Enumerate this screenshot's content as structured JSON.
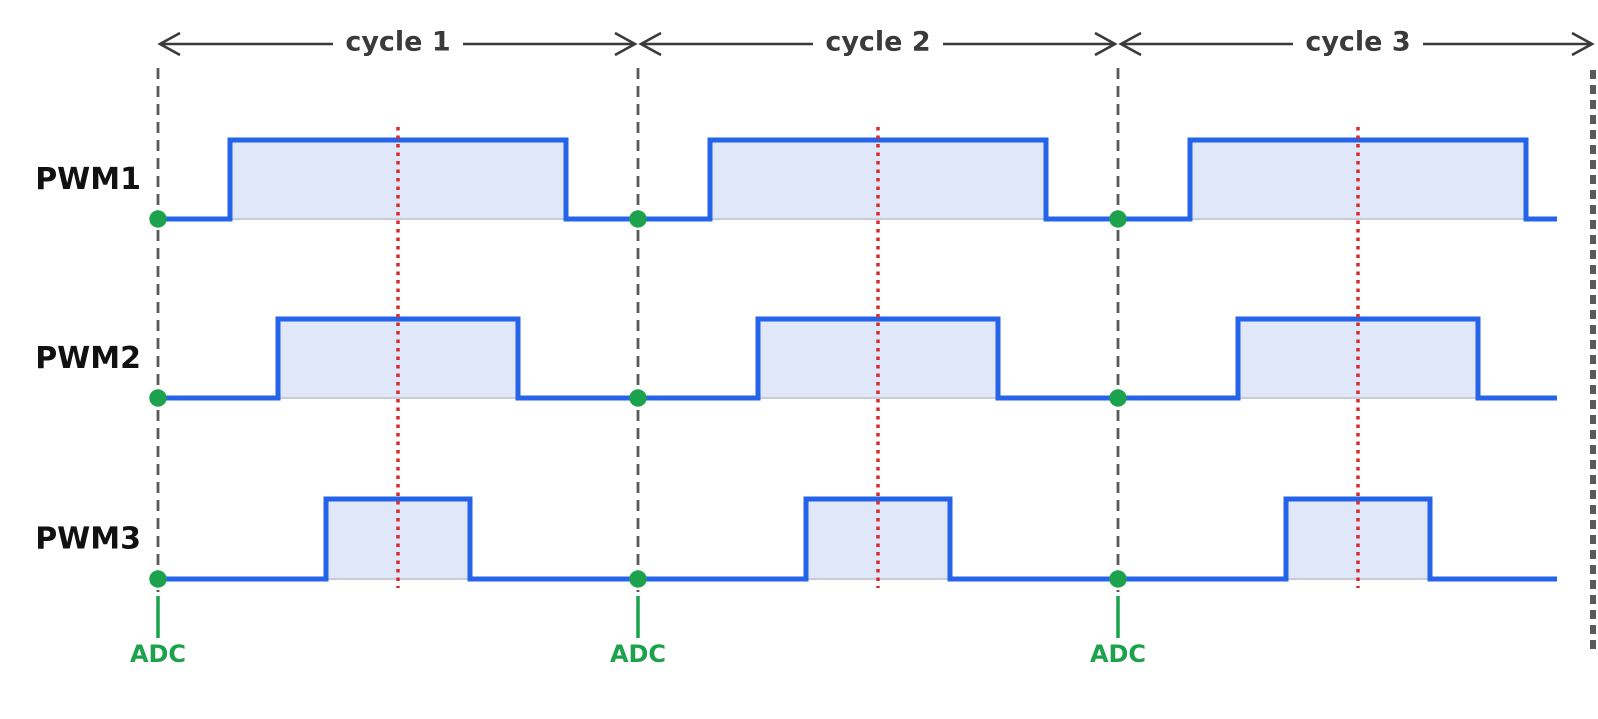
{
  "diagram": {
    "type": "pwm-timing-diagram",
    "description": "Center-aligned PWM waveforms for three signals over three cycles; ADC sampling marked at each cycle start",
    "cycles": [
      {
        "label": "cycle 1"
      },
      {
        "label": "cycle 2"
      },
      {
        "label": "cycle 3"
      }
    ],
    "signals": [
      {
        "name": "PWM1",
        "duty_percent": 70
      },
      {
        "name": "PWM2",
        "duty_percent": 50
      },
      {
        "name": "PWM3",
        "duty_percent": 30
      }
    ],
    "adc": {
      "label": "ADC",
      "samples_at": "cycle start"
    },
    "pwm_alignment": "center",
    "colors": {
      "waveform_blue": "#2563eb",
      "pulse_fill": "#dfe7f9",
      "baseline_gray": "#c7ccd6",
      "boundary_dash_gray": "#5a5a5a",
      "cycle_arrow_gray": "#3a3a3a",
      "center_dotted_red": "#d92b2b",
      "adc_green": "#1ca24c",
      "signal_label_black": "#111111",
      "background": "#ffffff"
    }
  }
}
